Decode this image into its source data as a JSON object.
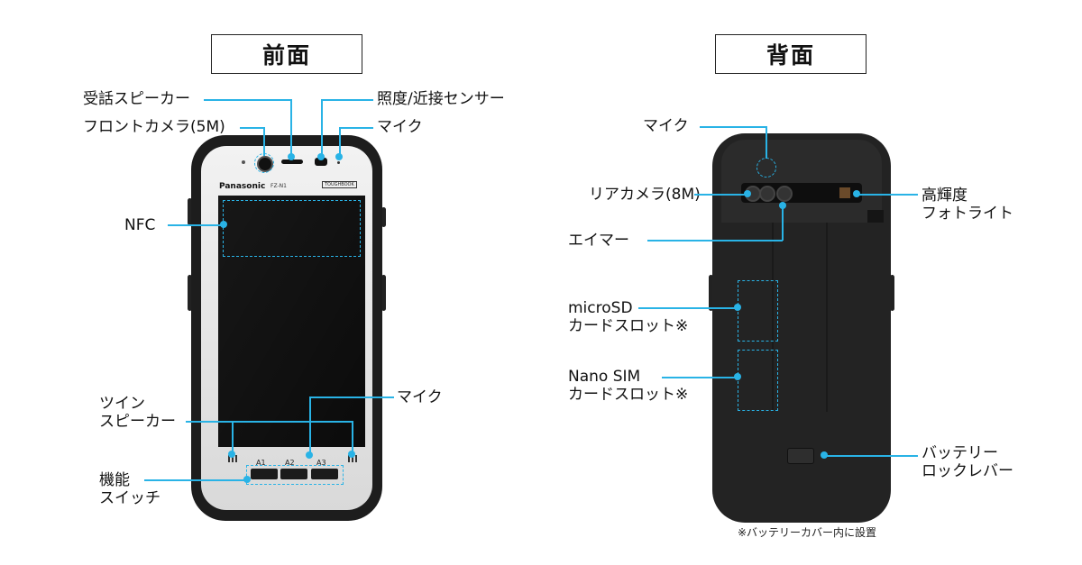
{
  "titles": {
    "front": "前面",
    "back": "背面"
  },
  "front": {
    "brand": "Panasonic",
    "model": "FZ-N1",
    "tough": "TOUGHBOOK",
    "buttons": [
      "A1",
      "A2",
      "A3"
    ],
    "labels": {
      "earpiece": "受話スピーカー",
      "front_camera": "フロントカメラ(5M)",
      "light_sensor": "照度/近接センサー",
      "mic_top": "マイク",
      "nfc": "NFC",
      "twin_line1": "ツイン",
      "twin_line2": "スピーカー",
      "mic_bottom": "マイク",
      "func_line1": "機能",
      "func_line2": "スイッチ"
    }
  },
  "back": {
    "labels": {
      "mic": "マイク",
      "rear_camera": "リアカメラ(8M)",
      "photo_line1": "高輝度",
      "photo_line2": "フォトライト",
      "aimer": "エイマー",
      "microsd_line1": "microSD",
      "microsd_line2": "カードスロット※",
      "sim_line1": "Nano SIM",
      "sim_line2": "カードスロット※",
      "lock_line1": "バッテリー",
      "lock_line2": "ロックレバー"
    },
    "note": "※バッテリーカバー内に設置"
  },
  "colors": {
    "accent": "#29b3e6",
    "device": "#1d1d1d",
    "bezel": "#e6e6e6"
  }
}
